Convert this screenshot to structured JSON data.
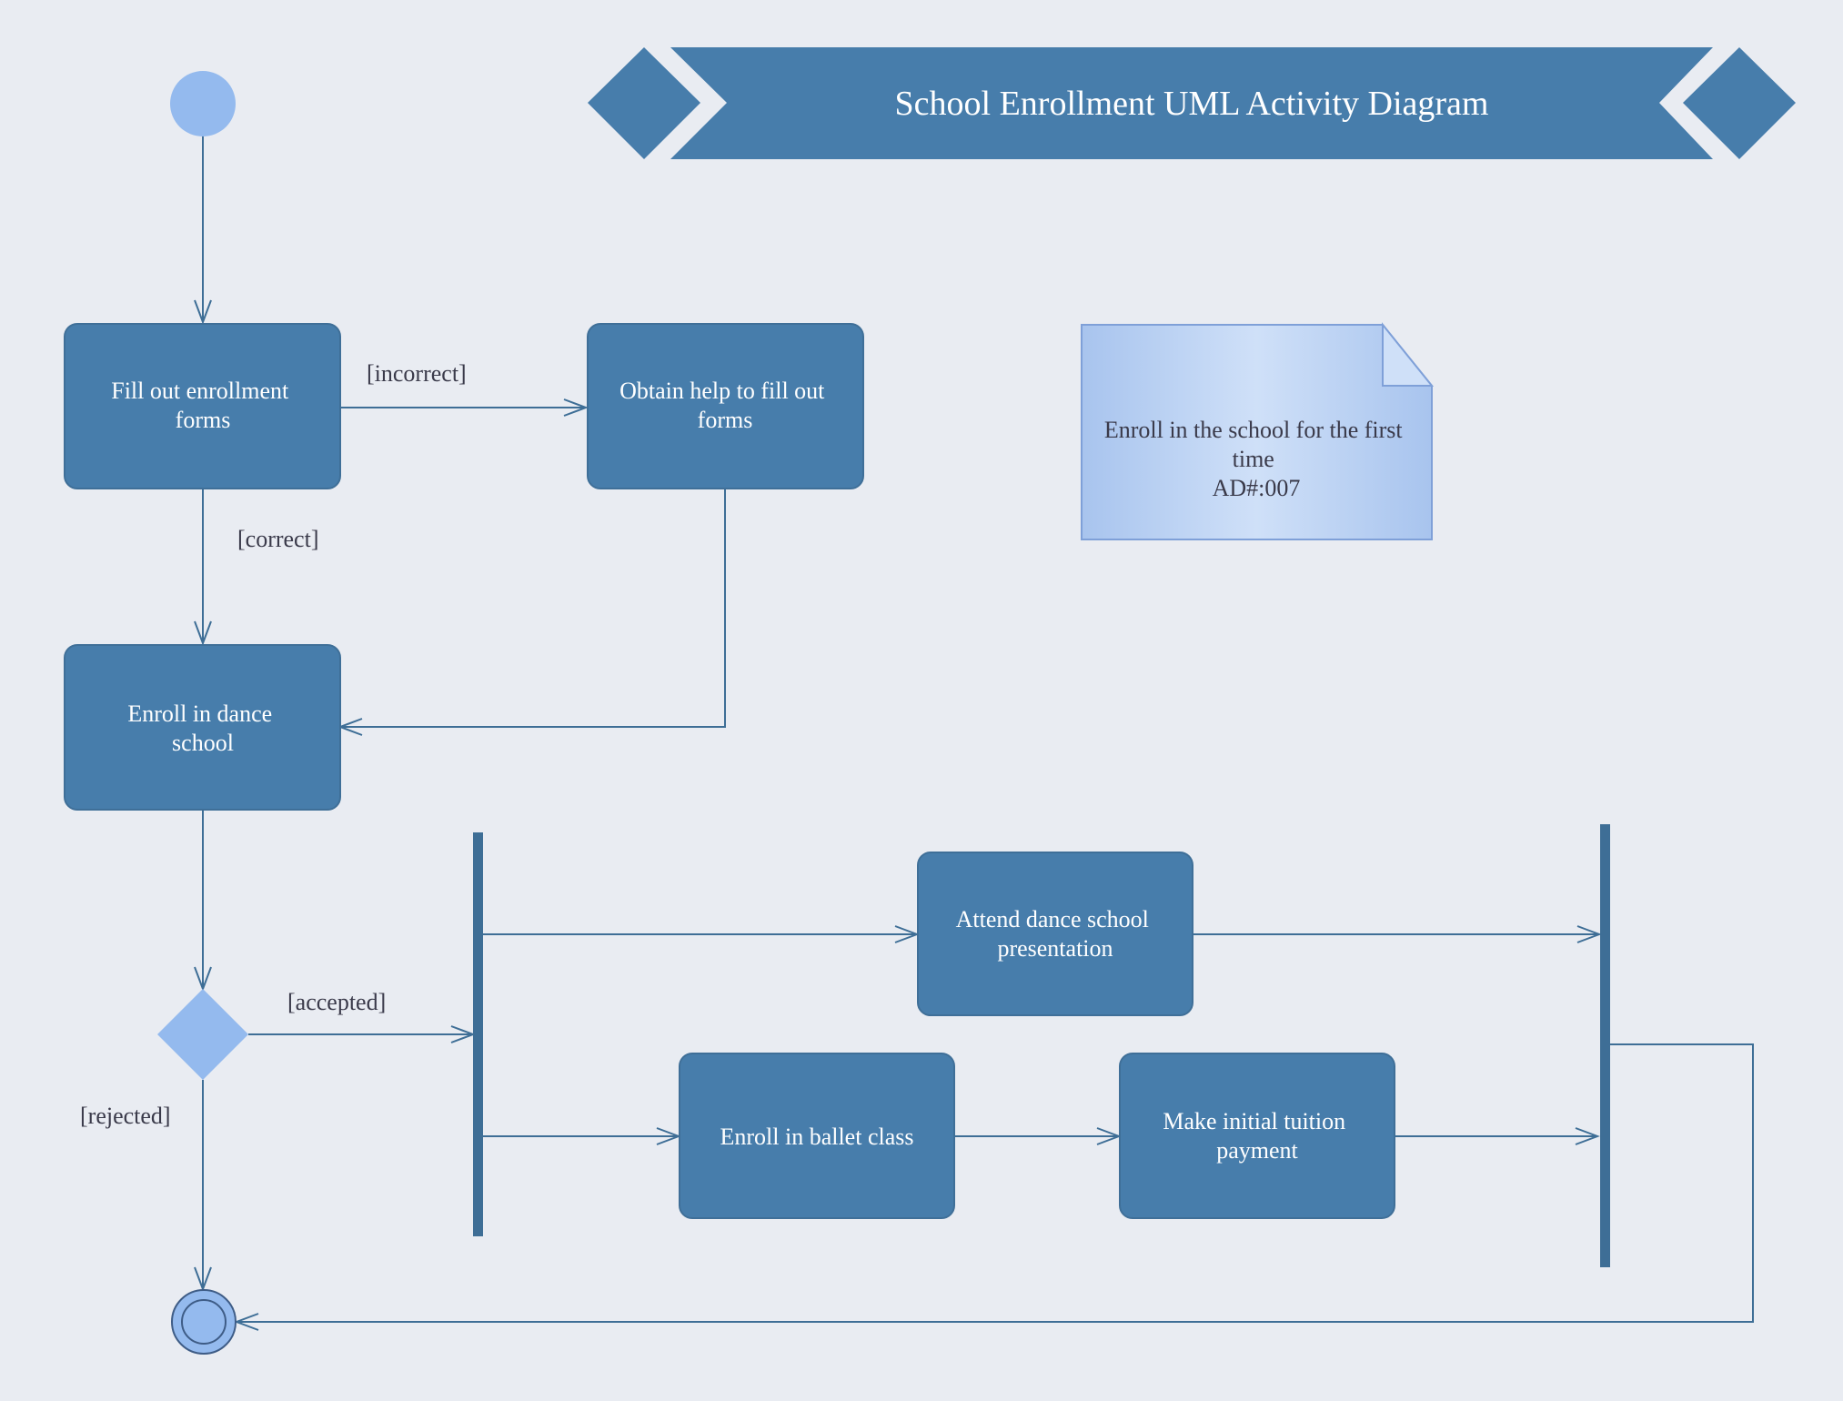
{
  "title": "School Enrollment UML Activity Diagram",
  "colors": {
    "background": "#e9ecf2",
    "activity_fill": "#477dab",
    "activity_stroke": "#3f6f98",
    "edge": "#3e6e96",
    "start_fill": "#94baee",
    "decision_fill": "#94baee",
    "note_fill": "#b9d0f2",
    "bar": "#3e6e96"
  },
  "activities": {
    "fill_forms": [
      "Fill out enrollment",
      "forms"
    ],
    "obtain_help": [
      "Obtain help to fill out",
      "forms"
    ],
    "enroll_dance": [
      "Enroll in dance",
      "school"
    ],
    "attend_presentation": [
      "Attend dance school",
      "presentation"
    ],
    "enroll_ballet": [
      "Enroll in ballet class"
    ],
    "make_payment": [
      "Make initial tuition",
      "payment"
    ]
  },
  "guards": {
    "incorrect": "[incorrect]",
    "correct": "[correct]",
    "accepted": "[accepted]",
    "rejected": "[rejected]"
  },
  "note": {
    "lines": [
      "Enroll in the school for the first",
      "time",
      "AD#:007"
    ]
  },
  "icons": {
    "start": "initial-node-icon",
    "end": "final-node-icon",
    "decision": "decision-node-icon",
    "fork": "fork-bar-icon",
    "join": "join-bar-icon"
  }
}
